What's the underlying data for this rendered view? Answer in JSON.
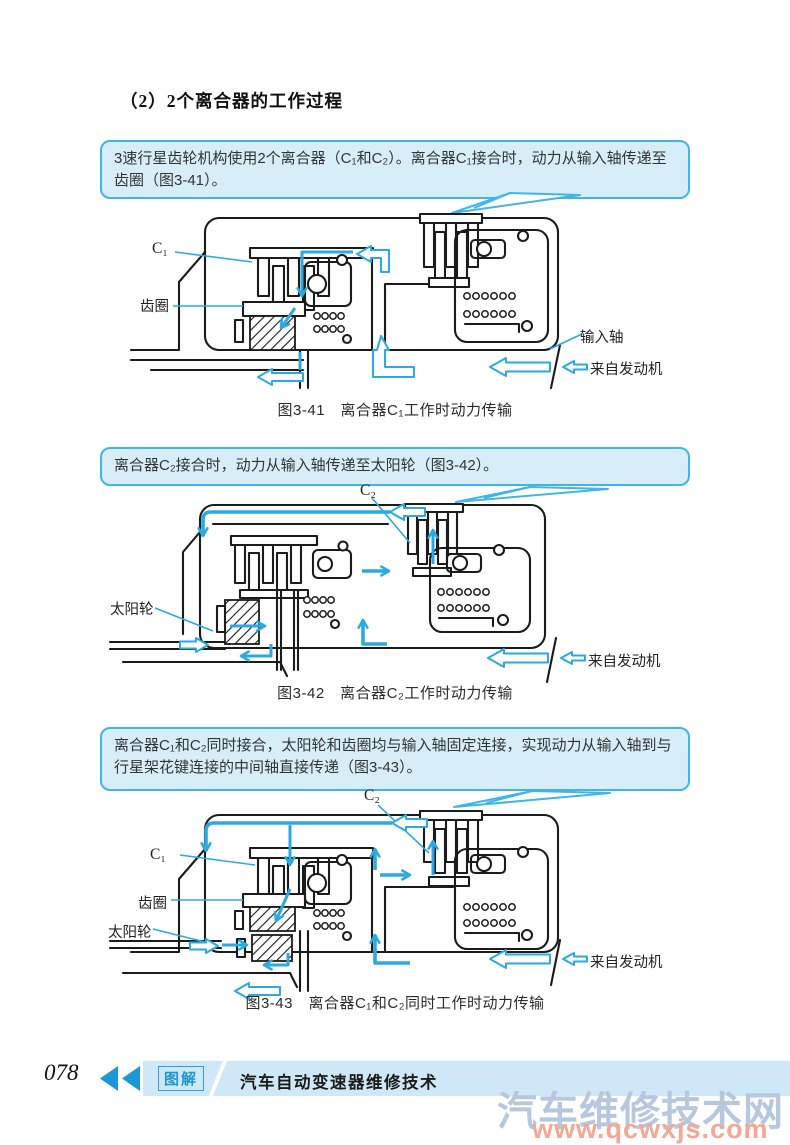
{
  "page": {
    "heading": "（2）2个离合器的工作过程"
  },
  "callouts": [
    {
      "text": "3速行星齿轮机构使用2个离合器（C₁和C₂）。离合器C₁接合时，动力从输入轴传递至齿圈（图3-41）。"
    },
    {
      "text": "离合器C₂接合时，动力从输入轴传递至太阳轮（图3-42）。"
    },
    {
      "text": "离合器C₁和C₂同时接合，太阳轮和齿圈均与输入轴固定连接，实现动力从输入轴到与行星架花键连接的中间轴直接传递（图3-43）。"
    }
  ],
  "figures": {
    "fig41": {
      "caption": "图3-41　离合器C₁工作时动力传输",
      "labels": {
        "clutch_c1": "C₁",
        "ring_gear": "齿圈",
        "input_shaft": "输入轴",
        "from_engine": "来自发动机"
      }
    },
    "fig42": {
      "caption": "图3-42　离合器C₂工作时动力传输",
      "labels": {
        "clutch_c2": "C₂",
        "sun_gear": "太阳轮",
        "from_engine": "来自发动机"
      }
    },
    "fig43": {
      "caption": "图3-43　离合器C₁和C₂同时工作时动力传输",
      "labels": {
        "clutch_c2": "C₂",
        "clutch_c1": "C₁",
        "ring_gear": "齿圈",
        "sun_gear": "太阳轮",
        "from_engine": "来自发动机"
      }
    }
  },
  "footer": {
    "page_number": "078",
    "series_badge": "图解",
    "book_title": "汽车自动变速器维修技术",
    "watermark_title": "汽车维修技术网",
    "watermark_url": "www.qcwxjs.com"
  },
  "colors": {
    "accent": "#2BA9E0",
    "callout_bg": "#D7EEF9",
    "callout_border": "#41B5E8",
    "footer_band": "#CFE8F7",
    "footer_arrow": "#1A98D5",
    "watermark_blue": "#B6C7DE",
    "watermark_orange": "#F3A795"
  }
}
